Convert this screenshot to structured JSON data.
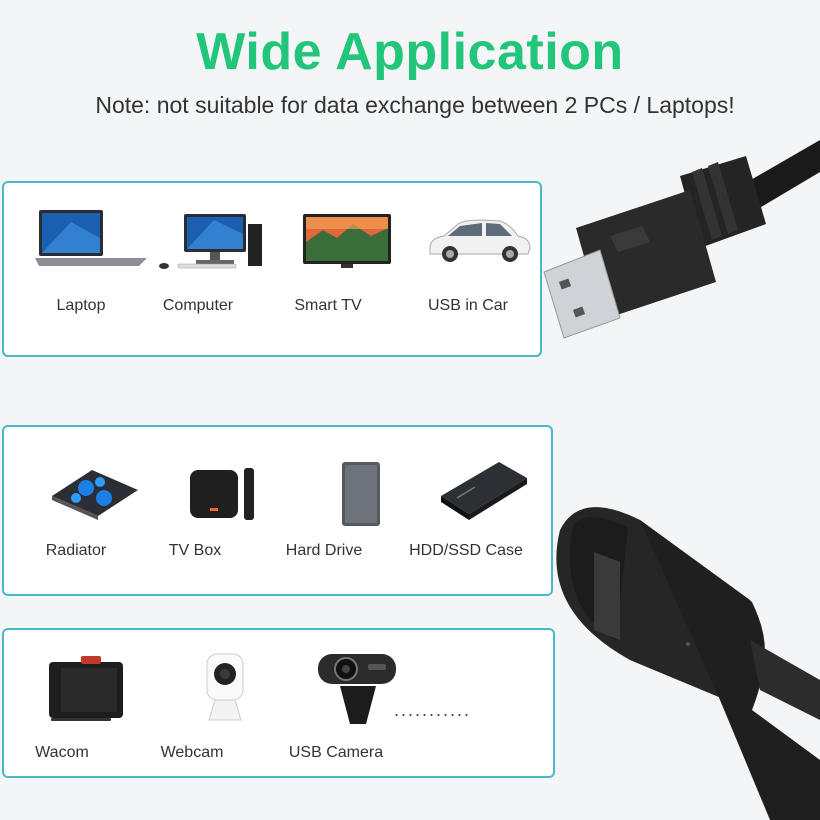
{
  "header": {
    "title": "Wide Application",
    "note": "Note: not suitable for data exchange between 2 PCs / Laptops!"
  },
  "groups": [
    {
      "items": [
        {
          "label": "Laptop",
          "icon": "laptop-icon"
        },
        {
          "label": "Computer",
          "icon": "desktop-computer-icon"
        },
        {
          "label": "Smart TV",
          "icon": "smart-tv-icon"
        },
        {
          "label": "USB in Car",
          "icon": "car-icon"
        }
      ]
    },
    {
      "items": [
        {
          "label": "Radiator",
          "icon": "laptop-cooler-icon"
        },
        {
          "label": "TV Box",
          "icon": "tv-box-icon"
        },
        {
          "label": "Hard Drive",
          "icon": "hard-drive-icon"
        },
        {
          "label": "HDD/SSD Case",
          "icon": "hdd-case-icon"
        }
      ]
    },
    {
      "items": [
        {
          "label": "Wacom",
          "icon": "drawing-tablet-icon"
        },
        {
          "label": "Webcam",
          "icon": "webcam-icon"
        },
        {
          "label": "USB Camera",
          "icon": "usb-camera-icon"
        }
      ],
      "more": "..........."
    }
  ],
  "colors": {
    "title": "#22c67a",
    "panel_border": "#48b9c9"
  }
}
